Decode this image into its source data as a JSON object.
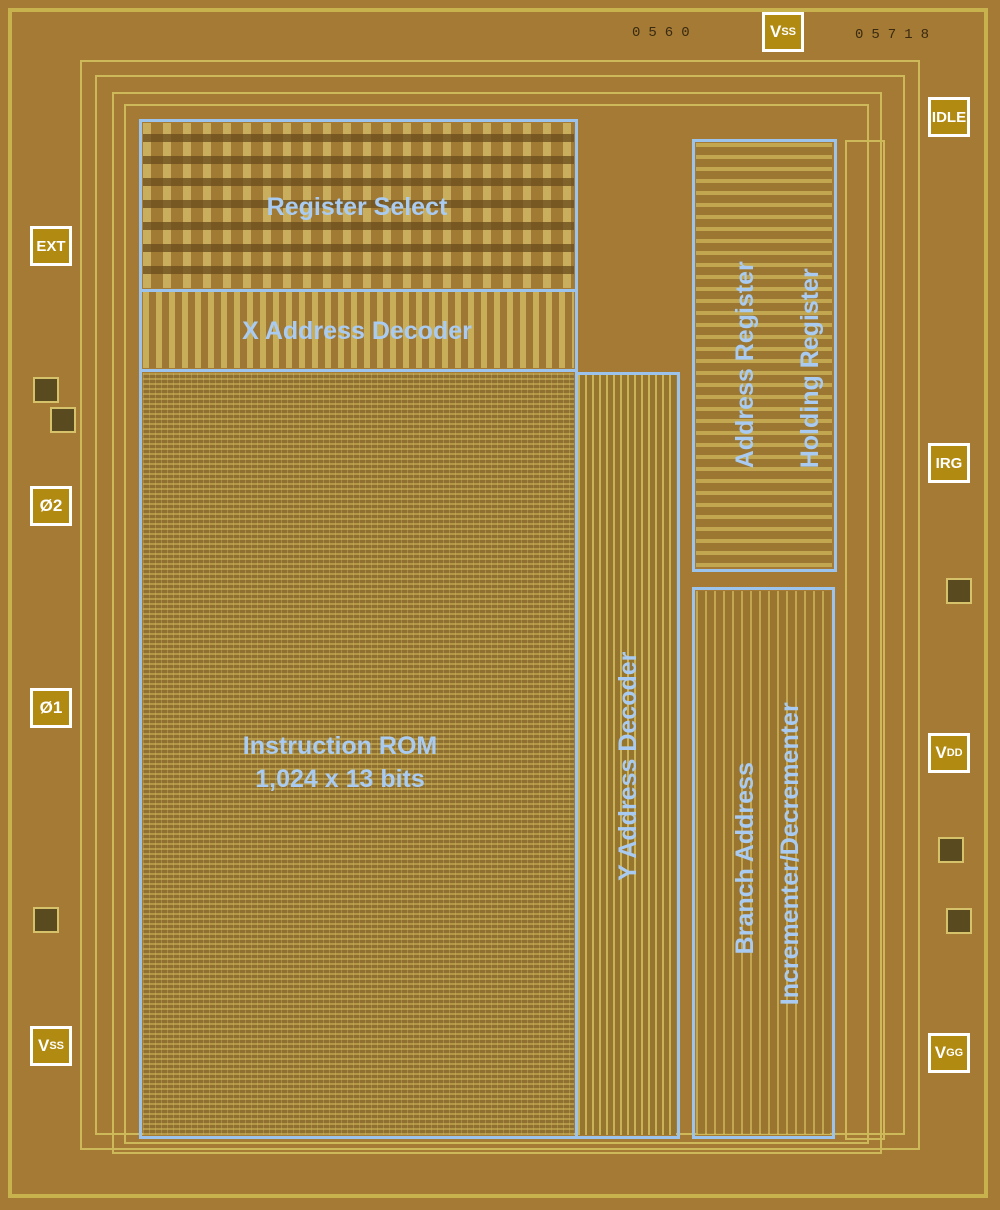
{
  "die_markings": [
    "0560",
    "05718"
  ],
  "blocks": {
    "register_select": "Register Select",
    "x_address_decoder": "X Address Decoder",
    "instruction_rom": {
      "line1": "Instruction ROM",
      "line2": "1,024 x 13 bits"
    },
    "y_address_decoder": "Y Address Decoder",
    "address_register": "Address Register",
    "holding_register": "Holding Register",
    "branch_address": "Branch Address",
    "incrementer_decrementer": "Incrementer/Decrementer"
  },
  "pads": {
    "vss_top": {
      "main": "V",
      "sub": "SS"
    },
    "idle": {
      "main": "IDLE"
    },
    "ext": {
      "main": "EXT"
    },
    "phi2": {
      "main": "Ø2"
    },
    "irg": {
      "main": "IRG"
    },
    "phi1": {
      "main": "Ø1"
    },
    "vdd": {
      "main": "V",
      "sub": "DD"
    },
    "vss_bottom": {
      "main": "V",
      "sub": "SS"
    },
    "vgg": {
      "main": "V",
      "sub": "GG"
    }
  },
  "colors": {
    "label": "#a9cbf2",
    "die": "#a47a35",
    "metal": "#cdb85a",
    "pad": "#b18a12"
  }
}
